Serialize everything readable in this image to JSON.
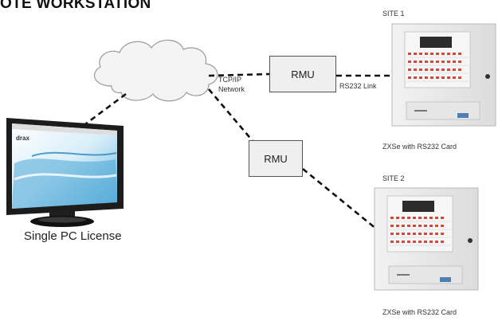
{
  "heading": "OTE WORKSTATION",
  "network_label": {
    "line1": "TCP/IP",
    "line2": "Network"
  },
  "rmu1_label": "RMU",
  "rmu2_label": "RMU",
  "link_label": "RS232 Link",
  "site1": {
    "title": "SITE 1",
    "caption": "ZXSe with RS232 Card"
  },
  "site2": {
    "title": "SITE 2",
    "caption": "ZXSe with RS232 Card"
  },
  "pc_caption": "Single PC License",
  "monitor_brand": "drax",
  "icons": [
    "cloud-icon",
    "monitor-icon",
    "fire-panel-icon"
  ]
}
